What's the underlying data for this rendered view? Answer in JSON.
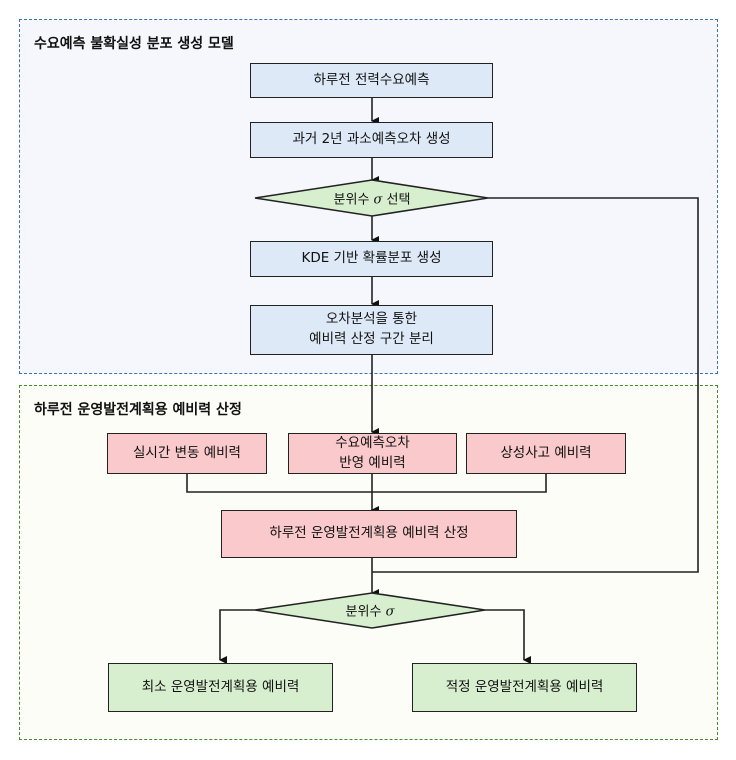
{
  "regions": {
    "uncertainty_model": {
      "title": "수요예측 불확실성 분포 생성 모델",
      "border_color": "#3d72b4"
    },
    "reserve_calc": {
      "title": "하루전 운영발전계획용 예비력 산정",
      "border_color": "#4a8a2e"
    }
  },
  "nodes": {
    "day_ahead_forecast": "하루전 전력수요예측",
    "past_error_gen": "과거 2년 과소예측오차 생성",
    "quantile_select": {
      "prefix": "분위수 ",
      "symbol": "σ",
      "suffix": " 선택"
    },
    "kde_distribution": "KDE 기반 확률분포 생성",
    "error_analysis": "오차분석을 통한\n예비력 산정 구간 분리",
    "realtime_reserve": "실시간 변동 예비력",
    "forecast_error_reserve": "수요예측오차\n반영 예비력",
    "contingency_reserve": "상성사고 예비력",
    "day_ahead_reserve_calc": "하루전 운영발전계획용 예비력 산정",
    "quantile": {
      "prefix": "분위수 ",
      "symbol": "σ"
    },
    "min_reserve": "최소 운영발전계획용 예비력",
    "optimal_reserve": "적정 운영발전계획용 예비력"
  },
  "colors": {
    "process_blue": "#dde9f6",
    "reserve_pink": "#f9c9cb",
    "decision_green": "#d7efcf",
    "line": "#222222"
  }
}
